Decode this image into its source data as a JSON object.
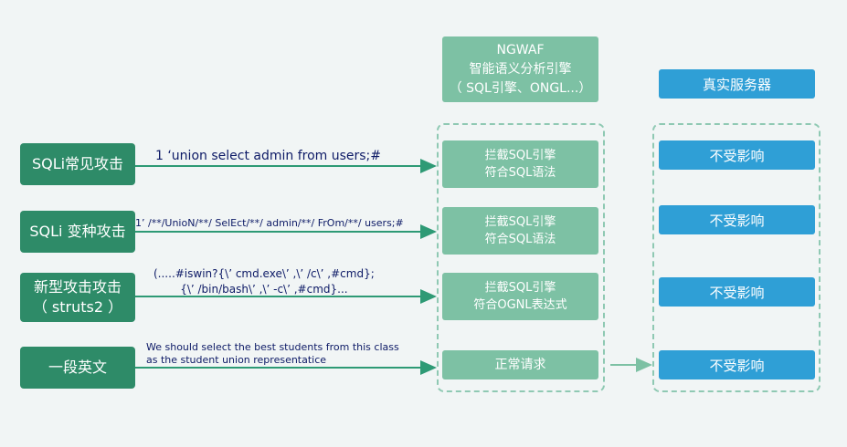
{
  "waf": {
    "title_lines": [
      "NGWAF",
      "智能语义分析引擎",
      "（ SQL引擎、ONGL...）"
    ]
  },
  "server": {
    "title": "真实服务器"
  },
  "rows": [
    {
      "attack": "SQLi常见攻击",
      "payload": [
        "1 ‘union select admin from users;#"
      ],
      "engine": [
        "拦截SQL引擎",
        "符合SQL语法"
      ],
      "result": "不受影响"
    },
    {
      "attack": "SQLi 变种攻击",
      "payload": [
        "1’ /**/UnioN/**/ SelEct/**/ admin/**/ FrOm/**/ users;#"
      ],
      "engine": [
        "拦截SQL引擎",
        "符合SQL语法"
      ],
      "result": "不受影响"
    },
    {
      "attack": "新型攻击攻击\n（ struts2 ）",
      "payload": [
        "(.....#iswin?{\\’ cmd.exe\\’ ,\\’ /c\\’ ,#cmd};",
        "{\\’ /bin/bash\\’ ,\\’ -c\\’ ,#cmd}..."
      ],
      "engine": [
        "拦截SQL引擎",
        "符合OGNL表达式"
      ],
      "result": "不受影响"
    },
    {
      "attack": "一段英文",
      "payload": [
        "We should select the best students from this class",
        "as the student union representatice"
      ],
      "engine": [
        "正常请求"
      ],
      "result": "不受影响"
    }
  ],
  "colors": {
    "attack_bg": "#2e8b68",
    "engine_bg": "#7dc1a4",
    "server_bg": "#2f9fd6",
    "arrow": "#2e9a75",
    "payload_text": "#0d1a66"
  }
}
